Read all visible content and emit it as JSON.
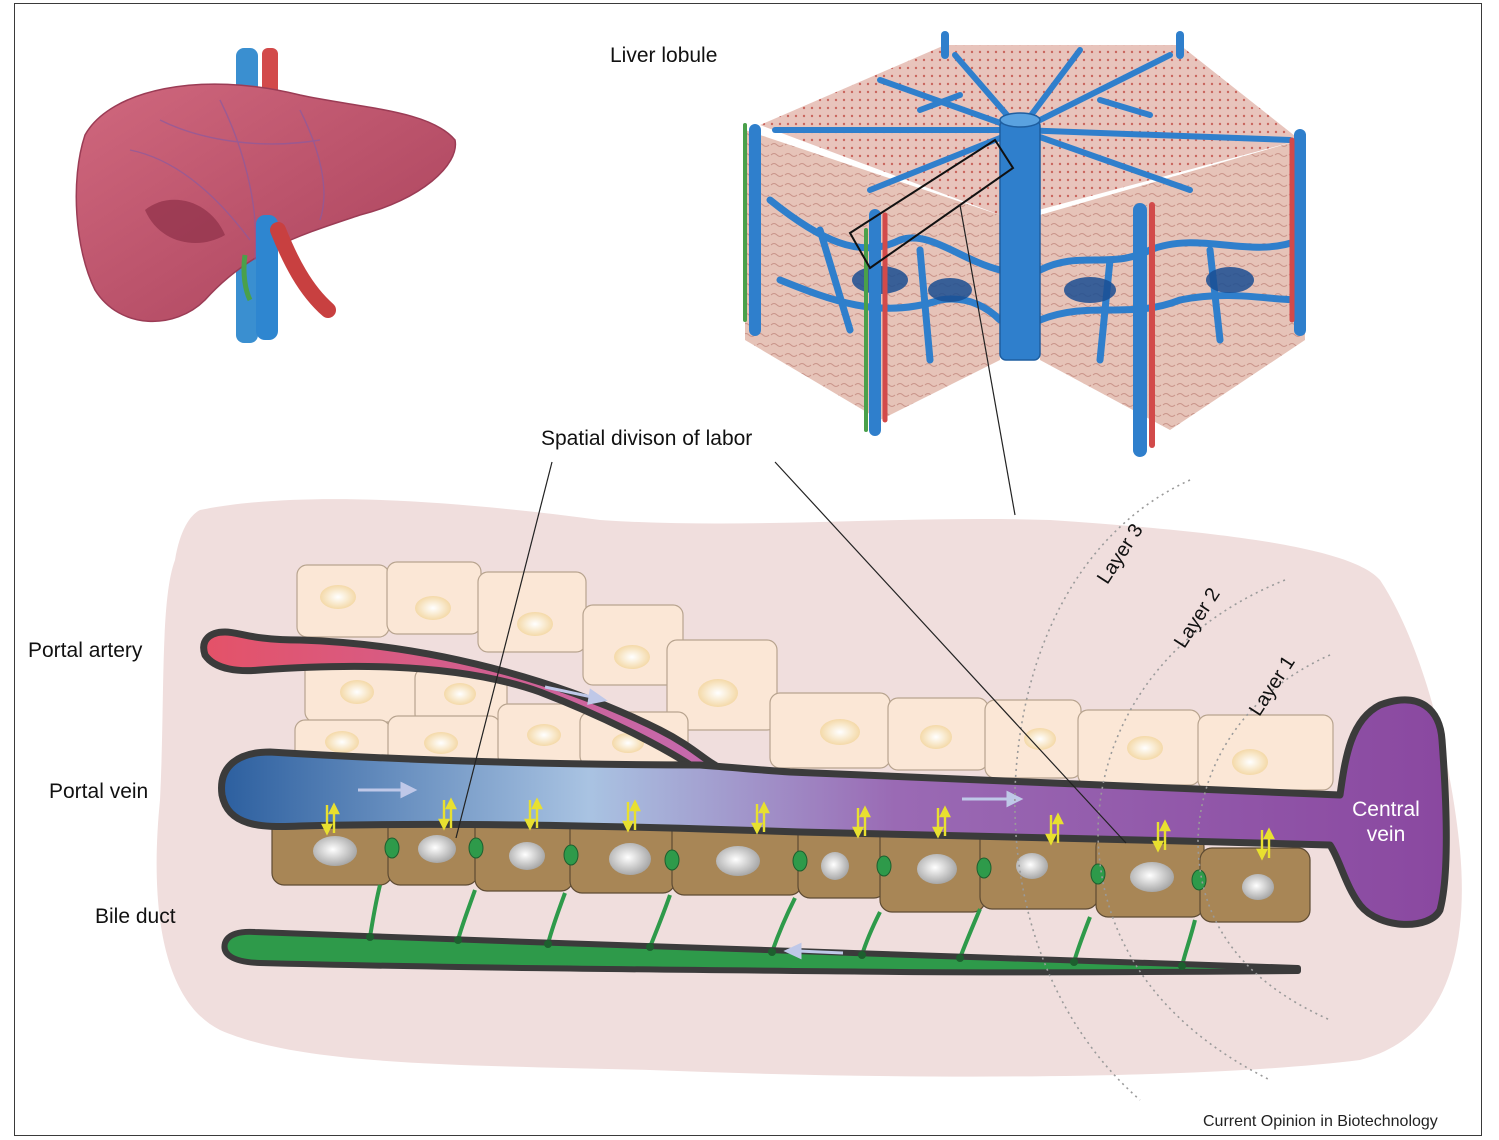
{
  "labels": {
    "liver_lobule": "Liver lobule",
    "spatial_division": "Spatial divison of labor",
    "portal_artery": "Portal artery",
    "portal_vein": "Portal vein",
    "bile_duct": "Bile duct",
    "central_vein_line1": "Central",
    "central_vein_line2": "vein",
    "layer_3": "Layer 3",
    "layer_2": "Layer 2",
    "layer_1": "Layer 1",
    "credit": "Current Opinion in Biotechnology"
  },
  "colors": {
    "background_tissue": "#f0dedd",
    "liver": "#c2566e",
    "portal_artery": "#e0556a",
    "portal_vein": "#2e64a8",
    "central_vein": "#8c4a9c",
    "bile_duct": "#2e9a4a",
    "hepatocyte_upper": "#fbe7d6",
    "hepatocyte_lower": "#a88656",
    "lobule_vessel": "#2f7fcc",
    "transport_arrow": "#e8e030"
  }
}
